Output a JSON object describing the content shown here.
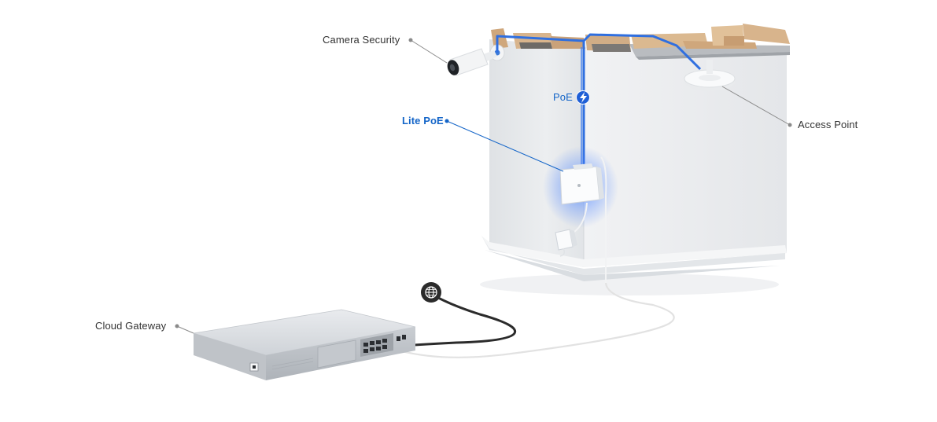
{
  "labels": {
    "camera_security": "Camera Security",
    "access_point": "Access Point",
    "lite_poe": "Lite PoE",
    "poe": "PoE",
    "cloud_gateway": "Cloud Gateway"
  },
  "icons": {
    "internet": "globe-icon",
    "poe": "lightning-bolt-icon"
  },
  "colors": {
    "accent": "#1465c8",
    "label": "#333333",
    "leader": "#8a8a8a",
    "poe_cable": "#2f6fe0",
    "wan_cable": "#2b2b2b",
    "lan_cable": "#e2e2e2",
    "wall": "#e6e8ea",
    "wood": "#d8b48c"
  }
}
